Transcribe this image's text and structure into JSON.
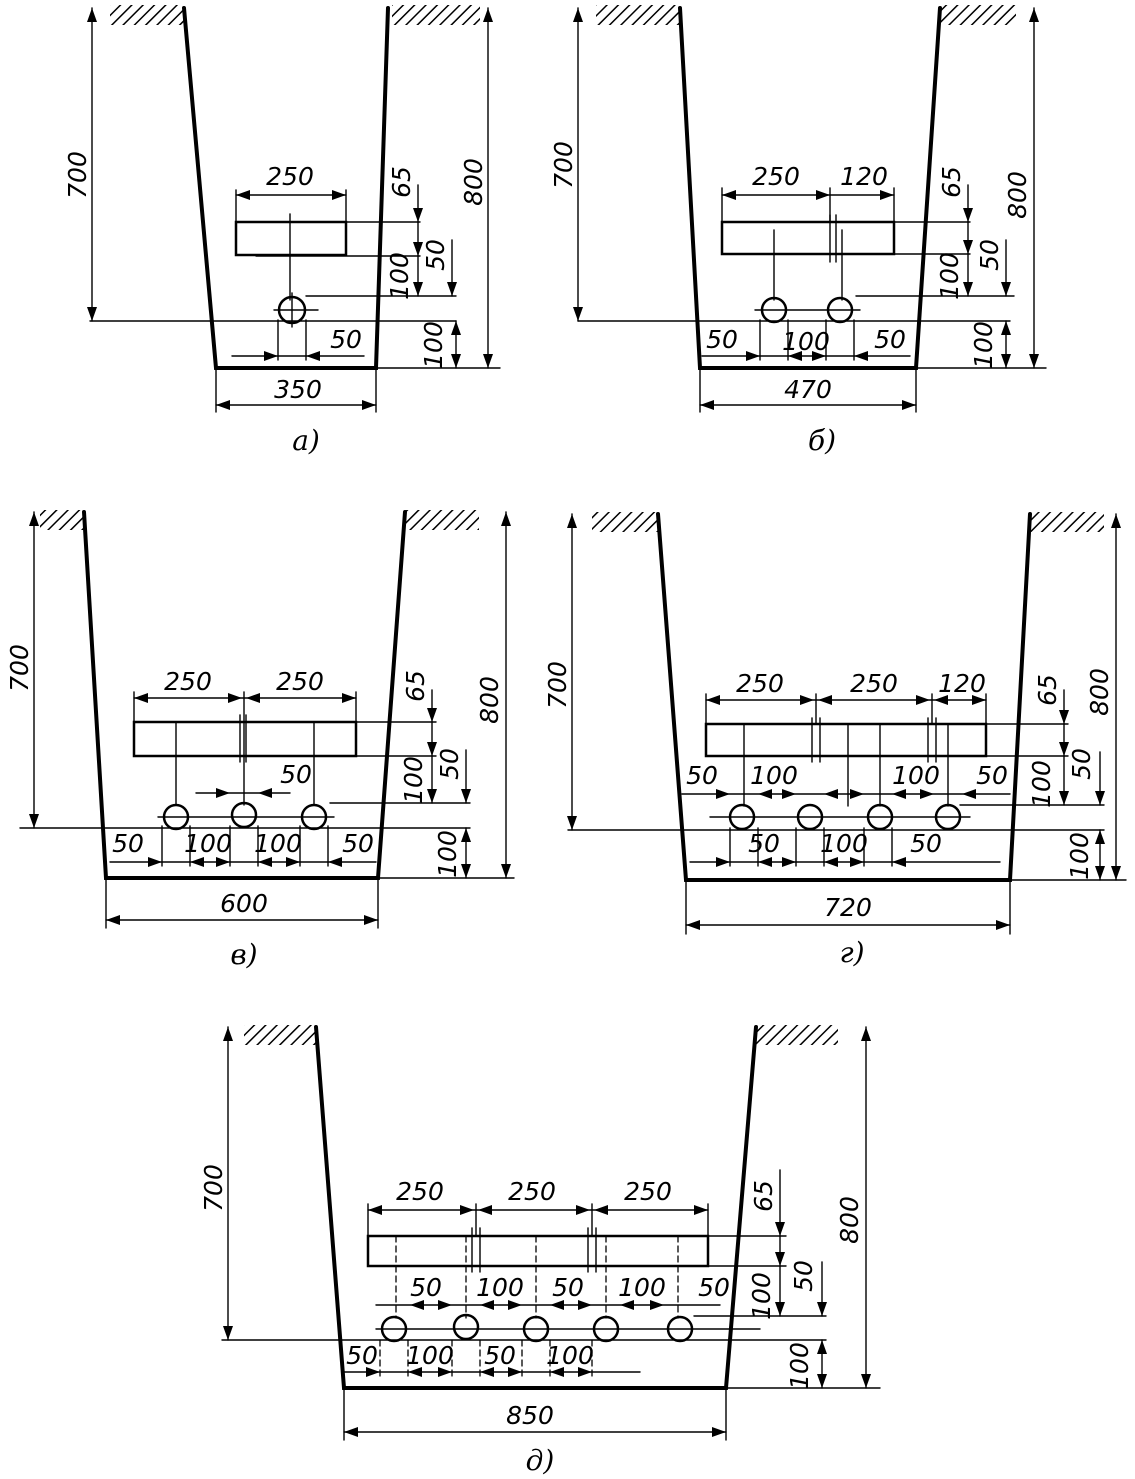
{
  "colors": {
    "ink": "#000000",
    "paper": "#ffffff"
  },
  "icons": [
    "ground-hatch-icon",
    "cable-circle-icon",
    "dimension-arrow-icon"
  ],
  "panels": [
    {
      "caption": "а)",
      "labels": {
        "d700": "700",
        "d800": "800",
        "d250": "250",
        "d65": "65",
        "d100a": "100",
        "d50a": "50",
        "d50b": "50",
        "d100b": "100",
        "d350": "350"
      }
    },
    {
      "caption": "б)",
      "labels": {
        "d700": "700",
        "d800": "800",
        "d250": "250",
        "d120": "120",
        "d65": "65",
        "d100a": "100",
        "d50a": "50",
        "d50l": "50",
        "d100m": "100",
        "d50r": "50",
        "d100b": "100",
        "d470": "470"
      }
    },
    {
      "caption": "в)",
      "labels": {
        "d700": "700",
        "d800": "800",
        "d250a": "250",
        "d250b": "250",
        "d65": "65",
        "d50t": "50",
        "d100a": "100",
        "d50a": "50",
        "d50l": "50",
        "d100l": "100",
        "d100r": "100",
        "d50r": "50",
        "d100b": "100",
        "d600": "600"
      }
    },
    {
      "caption": "г)",
      "labels": {
        "d700": "700",
        "d800": "800",
        "d250a": "250",
        "d250b": "250",
        "d120": "120",
        "d65": "65",
        "d50tl": "50",
        "d100tl": "100",
        "d100tr": "100",
        "d50tr": "50",
        "d100a": "100",
        "d50a": "50",
        "d50bl": "50",
        "d100bm": "100",
        "d50br": "50",
        "d100b": "100",
        "d720": "720"
      }
    },
    {
      "caption": "д)",
      "labels": {
        "d700": "700",
        "d800": "800",
        "d250a": "250",
        "d250b": "250",
        "d250c": "250",
        "d65": "65",
        "d50t1": "50",
        "d100t2": "100",
        "d50t3": "50",
        "d100t4": "100",
        "d50t5": "50",
        "d100a": "100",
        "d50a": "50",
        "d50b1": "50",
        "d100b2": "100",
        "d50b3": "50",
        "d100b4": "100",
        "d100b": "100",
        "d850": "850"
      }
    }
  ]
}
